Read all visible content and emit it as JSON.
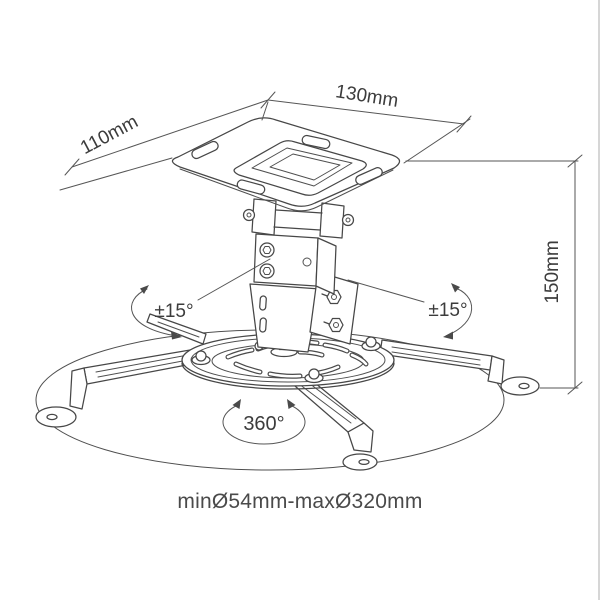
{
  "figure": {
    "caption": "minØ54mm-maxØ320mm"
  },
  "dimensions": {
    "plate_length": "130mm",
    "plate_width": "110mm",
    "drop_height": "150mm",
    "tilt_left": "±15°",
    "tilt_right": "±15°",
    "swivel": "360°"
  },
  "colors": {
    "background": "#ffffff",
    "line": "#474747",
    "text": "#3c3c3c",
    "caption_text": "#4a4a4a",
    "edge_band": "#d6d6d6"
  }
}
